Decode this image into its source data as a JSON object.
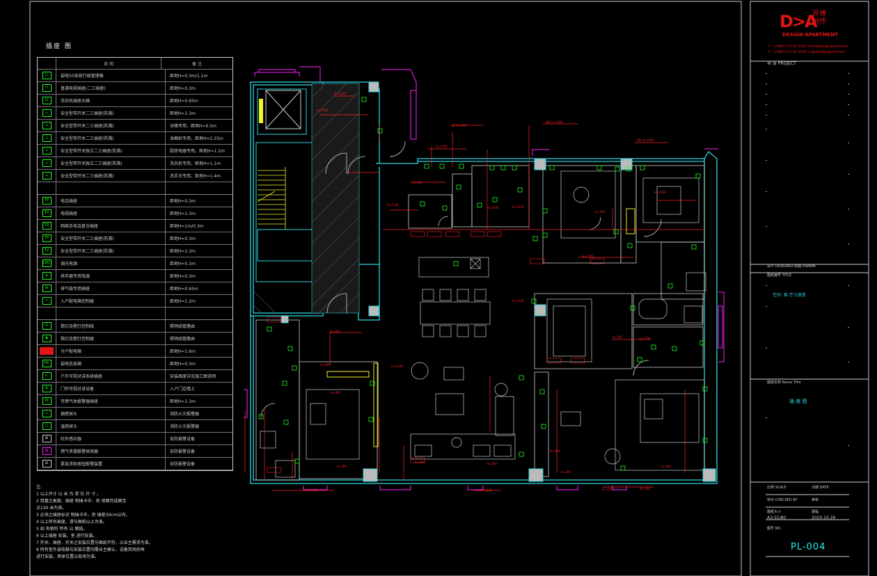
{
  "legend": {
    "title": "插座 图",
    "header": {
      "desc": "说   明",
      "remark": "备   注"
    },
    "rows": [
      {
        "icon": "weak-box-icon",
        "desc": "弱电50系统行政管理箱",
        "remark": "距地H=0.3m/1.1m"
      },
      {
        "icon": "tv-outlet-icon",
        "desc": "普通电视插座(二三插座)",
        "remark": "距地H=0.3m"
      },
      {
        "icon": "wash-outlet-icon",
        "desc": "洗衣机插座水箱",
        "remark": "距地H=0.65m"
      },
      {
        "icon": "socket-icon",
        "desc": "安全型带开关二三插座(防溅)",
        "remark": "距地H=1.3m"
      },
      {
        "icon": "socket-icon",
        "desc": "安全型带开关二三插座(防溅)",
        "remark": "冰箱专用，距地H=0.5m"
      },
      {
        "icon": "socket-icon",
        "desc": "安全型带开关二三插座(防溅)",
        "remark": "油烟机专用，距地H=2.25m"
      },
      {
        "icon": "socket-icon",
        "desc": "安全型带开关独立二三插座(防溅)",
        "remark": "厨房电器专用，距地H=1.2m"
      },
      {
        "icon": "socket-icon",
        "desc": "安全型带开关独立二三插座(防溅)",
        "remark": "洗衣机专用，距地H=1.1m"
      },
      {
        "icon": "socket-icon",
        "desc": "安全型带开关二三插座(防溅)",
        "remark": "洗手台专用，距地H=1.4m"
      },
      {
        "icon": "",
        "desc": "",
        "remark": ""
      },
      {
        "icon": "tp-icon",
        "desc": "电话插座",
        "remark": "距地H=0.3m"
      },
      {
        "icon": "tv-icon",
        "desc": "电视插座",
        "remark": "距地H=1.3m"
      },
      {
        "icon": "td-icon",
        "desc": "网络及电话复合插座",
        "remark": "距地H=1m/0.3m"
      },
      {
        "icon": "td-tp-icon",
        "desc": "安全型带开关二三插座(防溅)",
        "remark": "距地H=0.3m"
      },
      {
        "icon": "td-tv-icon",
        "desc": "安全型带开关二三插座(防溅)",
        "remark": "距地H=1.3m"
      },
      {
        "icon": "led-icon",
        "desc": "调光电源",
        "remark": "距地H=0.3m"
      },
      {
        "icon": "dryer-icon",
        "desc": "烘手器专用电源",
        "remark": "距地H=0.3m"
      },
      {
        "icon": "fan-icon",
        "desc": "排气扇专用插座",
        "remark": "距地H=0.65m"
      },
      {
        "icon": "panel-icon",
        "desc": "入户配电箱控制器",
        "remark": "距地H=1.2m"
      },
      {
        "icon": "",
        "desc": "",
        "remark": ""
      },
      {
        "icon": "circle-a-icon",
        "desc": "筒灯及壁灯控制线",
        "remark": "照明线管路由"
      },
      {
        "icon": "circle-b-icon",
        "desc": "筒灯及壁灯控制器",
        "remark": "照明线管路由"
      },
      {
        "icon": "red-box-icon",
        "desc": "分户配电箱",
        "remark": "距地H=1.6m"
      },
      {
        "icon": "px-icon",
        "desc": "弱电信息箱",
        "remark": "距地H=0.3m"
      },
      {
        "icon": "door-icon",
        "desc": "户外可视对讲系统插座",
        "remark": "安装高度详见施工图说明"
      },
      {
        "icon": "intercom-icon",
        "desc": "门铃可视对讲设备",
        "remark": "入户门边墙上"
      },
      {
        "icon": "alarm-icon",
        "desc": "可燃气体报警器插座",
        "remark": "距地H=1.3m"
      },
      {
        "icon": "shield-icon",
        "desc": "烟感探头",
        "remark": "消防火灾报警器"
      },
      {
        "icon": "ring-icon",
        "desc": "温感探头",
        "remark": "消防火灾报警器"
      },
      {
        "icon": "pir-icon",
        "desc": "红外感应器",
        "remark": "安防报警设备"
      },
      {
        "icon": "gas-icon",
        "desc": "燃气泄漏报警探测器",
        "remark": "安防报警设备"
      },
      {
        "icon": "emergency-icon",
        "desc": "紧急求助按钮报警装置",
        "remark": "安防报警设备"
      }
    ]
  },
  "notes": {
    "title": "注:",
    "lines": [
      "1 以上尺寸 以 米    为 单 位 尺 寸 。",
      "2      用量之高度、插座    明插卡中、房    地面完成面至",
      "  点130 米为准。",
      "3 必须之插座标识    明插卡中，房    插座30cm以内。",
      "4 以上所有高度，请与图纸以上为准。",
      "5 如 有相符 所有 以 图纸。",
      "6 以上插座    安装，室    进行安装。",
      "7 开关、插座、开关之安装位置与图纸不符，以业主需求为准。",
      "8 所有室外弱电箱与安装位置均需业主确认，设备到场后再",
      "  进行安装，具体位置以现场为准。"
    ]
  },
  "titleblock": {
    "logo_mark": "D>A",
    "logo_cn": "开博制作",
    "logo_en": "DESIGN APARTMENT",
    "contact1": "T : +886-2-2702-1625  info@designapartment",
    "contact2": "F : +886-2-2702-1626  cs@designapartment",
    "project_label": "项 目 PROJECT",
    "designer_label": "设计 DESIGNER    制图 DRAWN",
    "category_label": "图纸编号 TITLE",
    "space_note": "空间: 客  厅三居室",
    "drawing_title_label": "图纸名称 Name Title",
    "drawing_title": "插 座 图",
    "scale_label": "比例 SCALE",
    "date_label": "日期 DATE",
    "check_label": "校对 CHECKED BY",
    "check_value": "审核",
    "size_label": "图纸大小",
    "size_value": "图幅",
    "scale_value": "A3-S1/80",
    "date_value": "2020.10.26",
    "no_label": "图号 NO.",
    "drawing_no": "PL-004"
  },
  "colors": {
    "wall": "#2fd6e0",
    "wall_dark": "#1aa3b5",
    "socket": "#22ff22",
    "annotation": "#ff2020",
    "magenta": "#ff20ff",
    "yellow": "#f5f520",
    "frame": "#cfcfcf"
  }
}
